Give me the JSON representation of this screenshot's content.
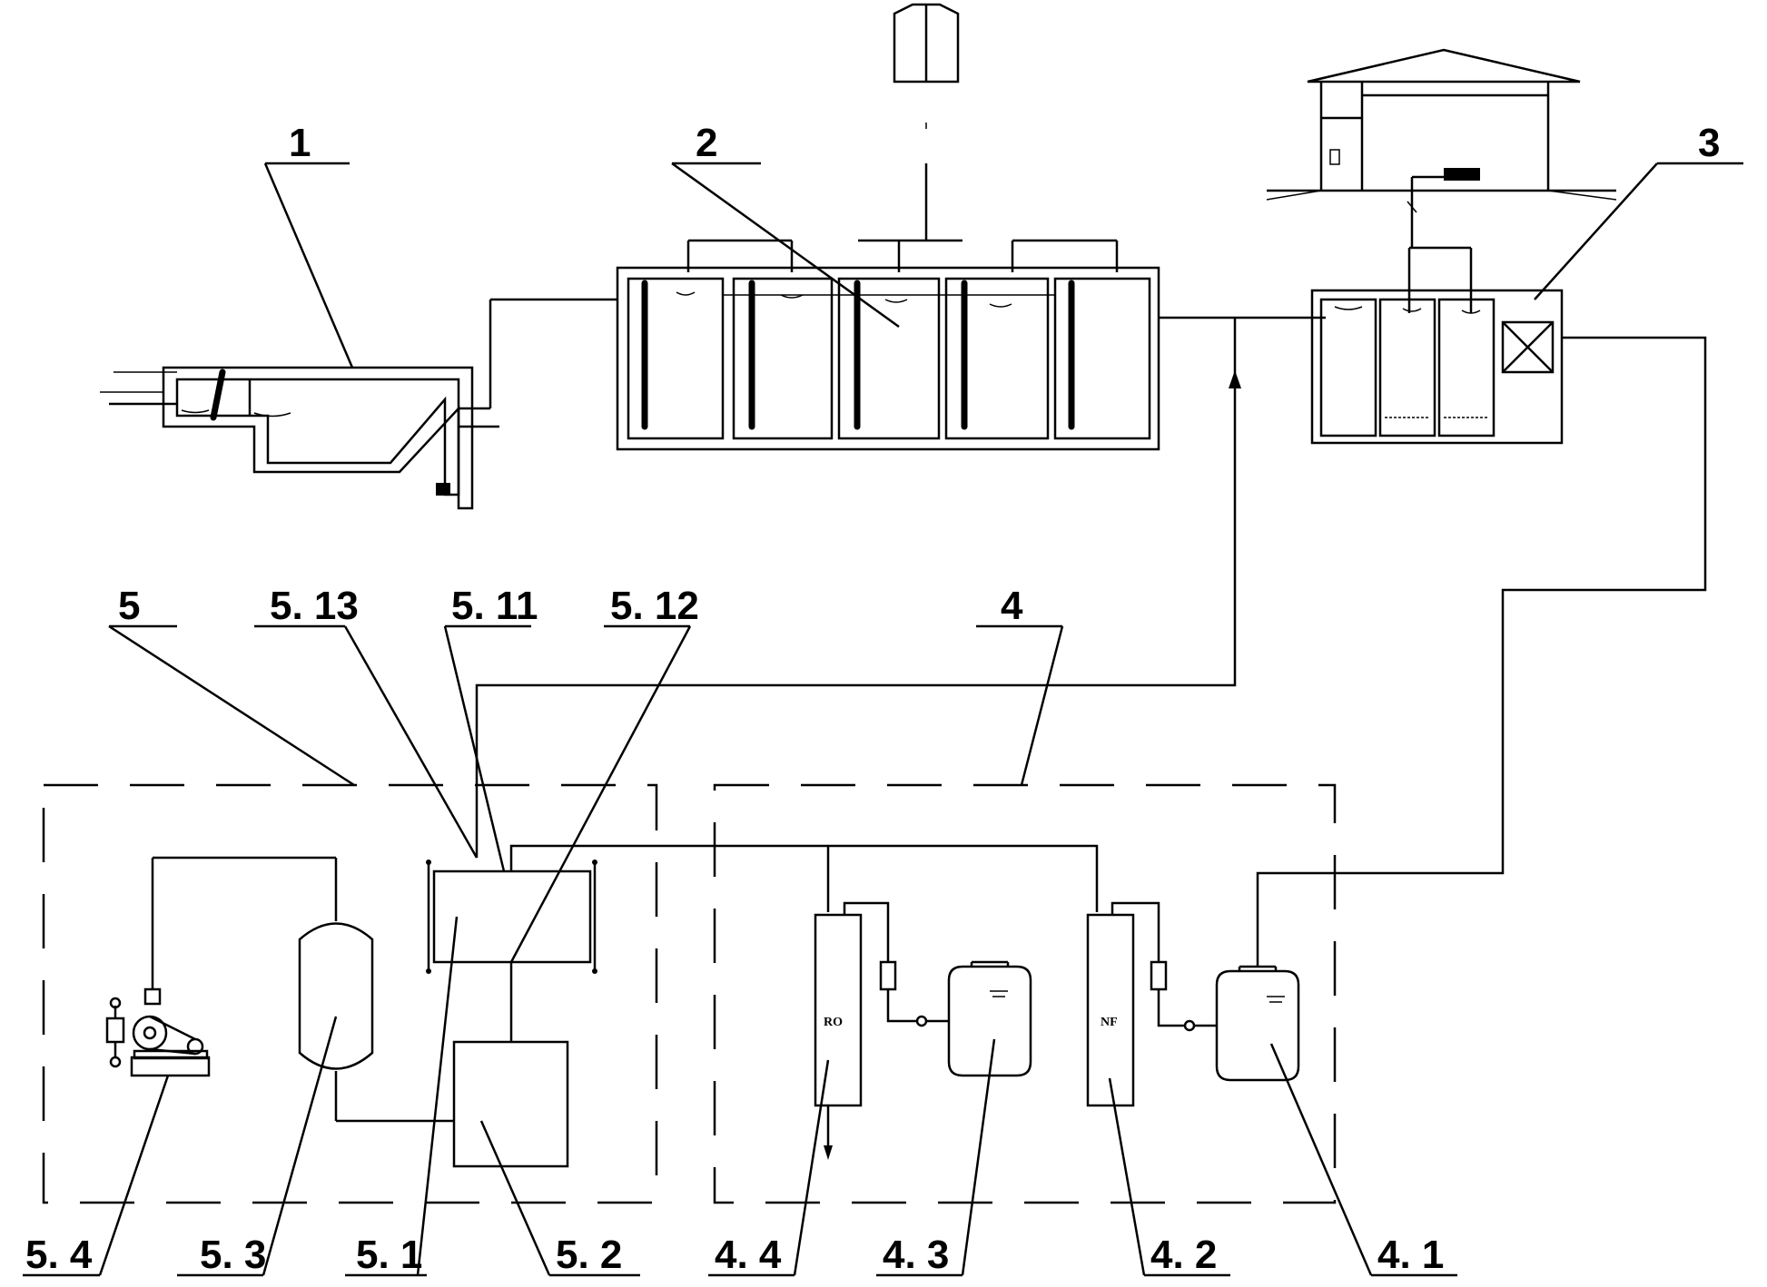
{
  "labels": {
    "l1": "1",
    "l2": "2",
    "l3": "3",
    "l4": "4",
    "l5": "5",
    "l5_13": "5. 13",
    "l5_11": "5. 11",
    "l5_12": "5. 12",
    "l5_4": "5. 4",
    "l5_3": "5. 3",
    "l5_1": "5. 1",
    "l5_2": "5. 2",
    "l4_4": "4. 4",
    "l4_3": "4. 3",
    "l4_2": "4. 2",
    "l4_1": "4. 1"
  },
  "unit_text": {
    "ro": "RO",
    "nf": "NF"
  }
}
